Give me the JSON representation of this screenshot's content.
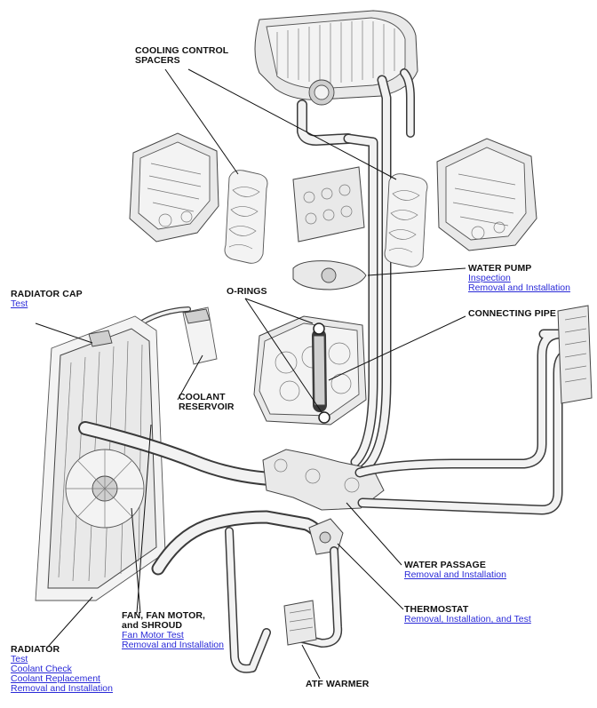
{
  "callouts": {
    "cooling_control_spacers": {
      "line1": "COOLING CONTROL",
      "line2": "SPACERS"
    },
    "o_rings": {
      "title": "O-RINGS"
    },
    "water_pump": {
      "title": "WATER PUMP",
      "links": [
        "Inspection",
        "Removal and Installation"
      ]
    },
    "connecting_pipe": {
      "title": "CONNECTING PIPE"
    },
    "radiator_cap": {
      "title": "RADIATOR CAP",
      "links": [
        "Test"
      ]
    },
    "coolant_reservoir": {
      "line1": "COOLANT",
      "line2": "RESERVOIR"
    },
    "water_passage": {
      "title": "WATER PASSAGE",
      "links": [
        "Removal and Installation"
      ]
    },
    "thermostat": {
      "title": "THERMOSTAT",
      "links": [
        "Removal, Installation, and Test"
      ]
    },
    "fan": {
      "line1": "FAN, FAN MOTOR,",
      "line2": "and SHROUD",
      "links": [
        "Fan Motor Test",
        "Removal and Installation"
      ]
    },
    "radiator": {
      "title": "RADIATOR",
      "links": [
        "Test",
        "Coolant Check",
        "Coolant Replacement",
        "Removal and Installation"
      ]
    },
    "atf_warmer": {
      "title": "ATF WARMER"
    }
  },
  "colors": {
    "link": "#2a2ad8",
    "text": "#111111"
  }
}
